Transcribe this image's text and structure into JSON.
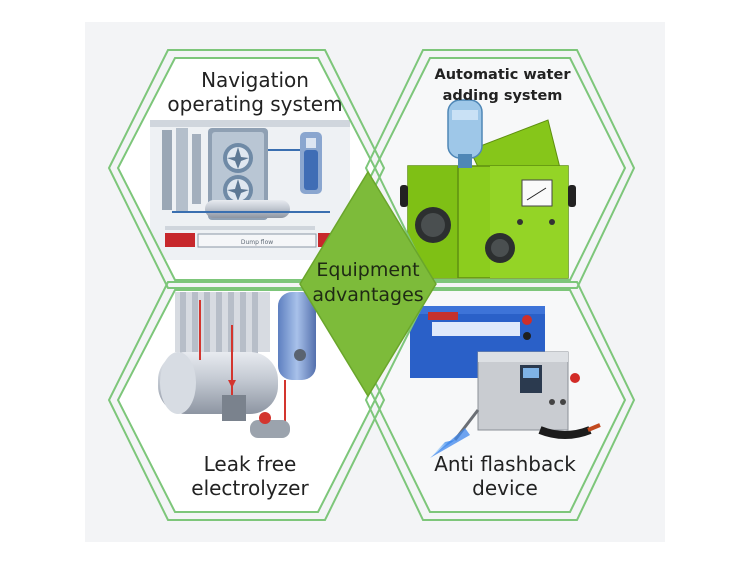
{
  "center": {
    "line1": "Equipment",
    "line2": "advantages"
  },
  "panels": [
    {
      "id": "navigation",
      "line1": "Navigation",
      "line2": "operating system",
      "ui_button_text": "Dump flow"
    },
    {
      "id": "water",
      "line1": "Automatic water",
      "line2": "adding system"
    },
    {
      "id": "electrolyzer",
      "line1": "Leak free",
      "line2": "electrolyzer"
    },
    {
      "id": "flashback",
      "line1": "Anti flashback",
      "line2": "device"
    }
  ],
  "colors": {
    "hex_outline": "#7dc67a",
    "diamond": "#7dbb3a",
    "machine_green": "#8ccd1e",
    "machine_blue": "#2a60c8",
    "tank_blue": "#7a9ed8"
  }
}
